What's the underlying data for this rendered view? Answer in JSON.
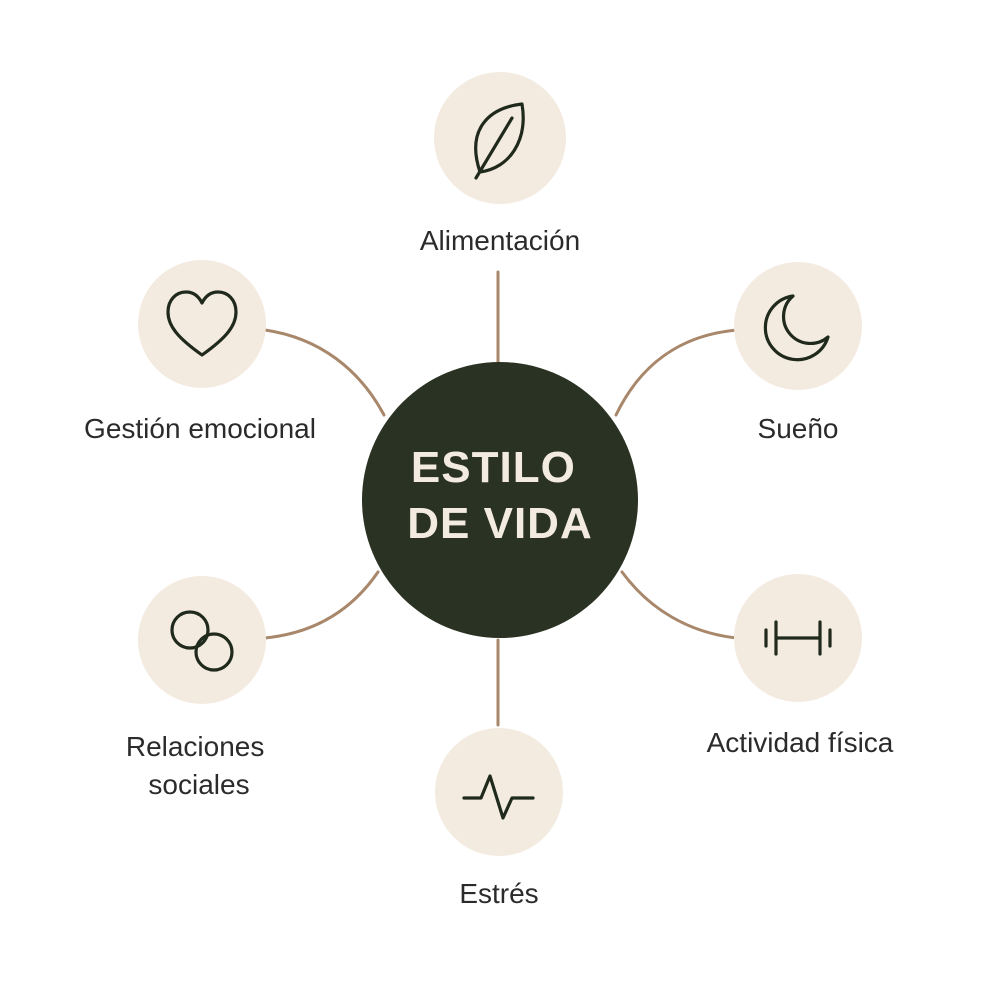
{
  "center": {
    "lines": [
      "ESTILO",
      "DE VIDA"
    ]
  },
  "nodes": [
    {
      "id": "alimentacion",
      "icon": "leaf-icon",
      "label_lines": [
        "Alimentación"
      ]
    },
    {
      "id": "sueno",
      "icon": "moon-icon",
      "label_lines": [
        "Sueño"
      ]
    },
    {
      "id": "actividad-fisica",
      "icon": "dumbbell-icon",
      "label_lines": [
        "Actividad física"
      ]
    },
    {
      "id": "estres",
      "icon": "pulse-icon",
      "label_lines": [
        "Estrés"
      ]
    },
    {
      "id": "relaciones-sociales",
      "icon": "linked-circles-icon",
      "label_lines": [
        "Relaciones",
        "sociales"
      ]
    },
    {
      "id": "gestion-emocional",
      "icon": "heart-icon",
      "label_lines": [
        "Gestión emocional"
      ]
    }
  ],
  "colors": {
    "center_fill": "#2a3223",
    "center_text": "#f4ebe0",
    "node_fill": "#f4ebe0",
    "icon_stroke": "#1f2a1c",
    "connector": "#a8876a",
    "label_text": "#2b2b2b"
  }
}
